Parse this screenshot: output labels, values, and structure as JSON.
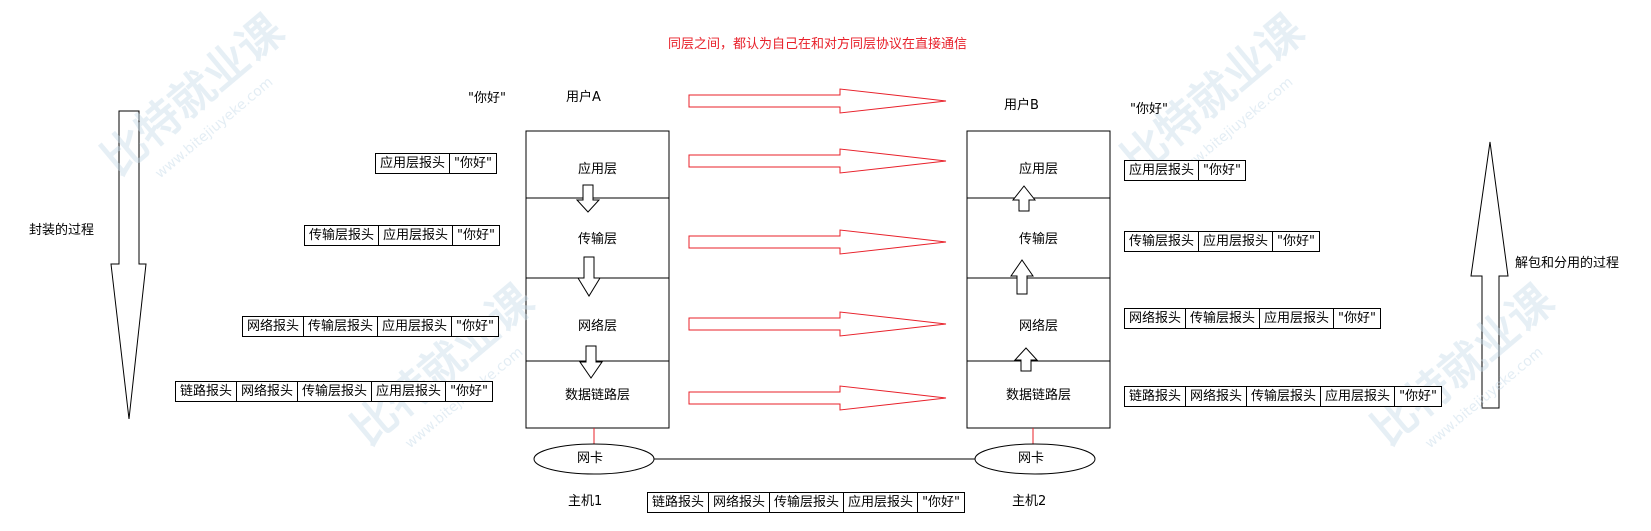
{
  "title": "同层之间，都认为自己在和对方同层协议在直接通信",
  "hello": "\"你好\"",
  "left": {
    "user_label": "用户A",
    "host_label": "主机1",
    "nic_label": "网卡",
    "side_label": "封装的过程",
    "layers": [
      "应用层",
      "传输层",
      "网络层",
      "数据链路层"
    ]
  },
  "right": {
    "user_label": "用户B",
    "host_label": "主机2",
    "nic_label": "网卡",
    "side_label": "解包和分用的过程",
    "layers": [
      "应用层",
      "传输层",
      "网络层",
      "数据链路层"
    ]
  },
  "headers": {
    "app": "应用层报头",
    "trans": "传输层报头",
    "net": "网络报头",
    "link": "链路报头",
    "payload": "\"你好\""
  },
  "watermark": {
    "brand": "比特就业课",
    "url": "www.bitejiuyeke.com"
  },
  "colors": {
    "arrow_red": "#e8202a",
    "text_red": "#e8202a",
    "line": "#000000"
  }
}
